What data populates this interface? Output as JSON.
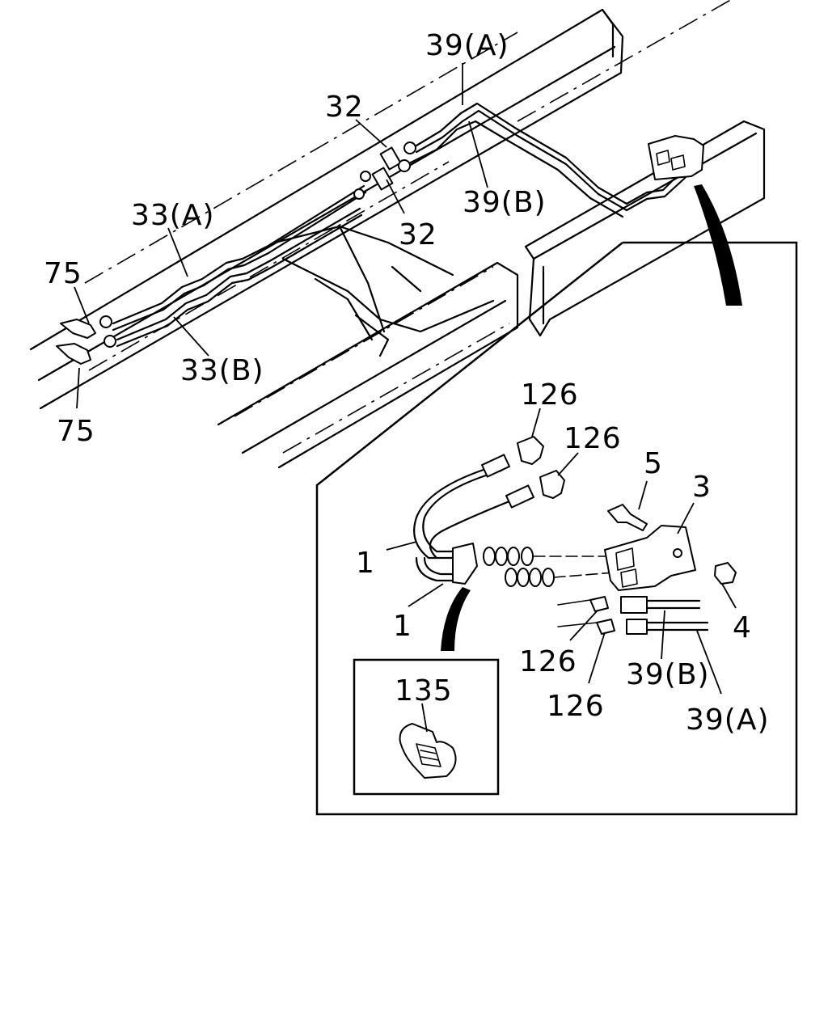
{
  "labels": {
    "l39a_top": "39(A)",
    "l32_top": "32",
    "l39b_top": "39(B)",
    "l32_bot": "32",
    "l33a": "33(A)",
    "l75_top": "75",
    "l33b": "33(B)",
    "l75_bot": "75",
    "l126_a": "126",
    "l126_b": "126",
    "l5": "5",
    "l3": "3",
    "l1_a": "1",
    "l1_b": "1",
    "l4": "4",
    "l126_c": "126",
    "l39b_det": "39(B)",
    "l126_d": "126",
    "l39a_det": "39(A)",
    "l135": "135"
  }
}
